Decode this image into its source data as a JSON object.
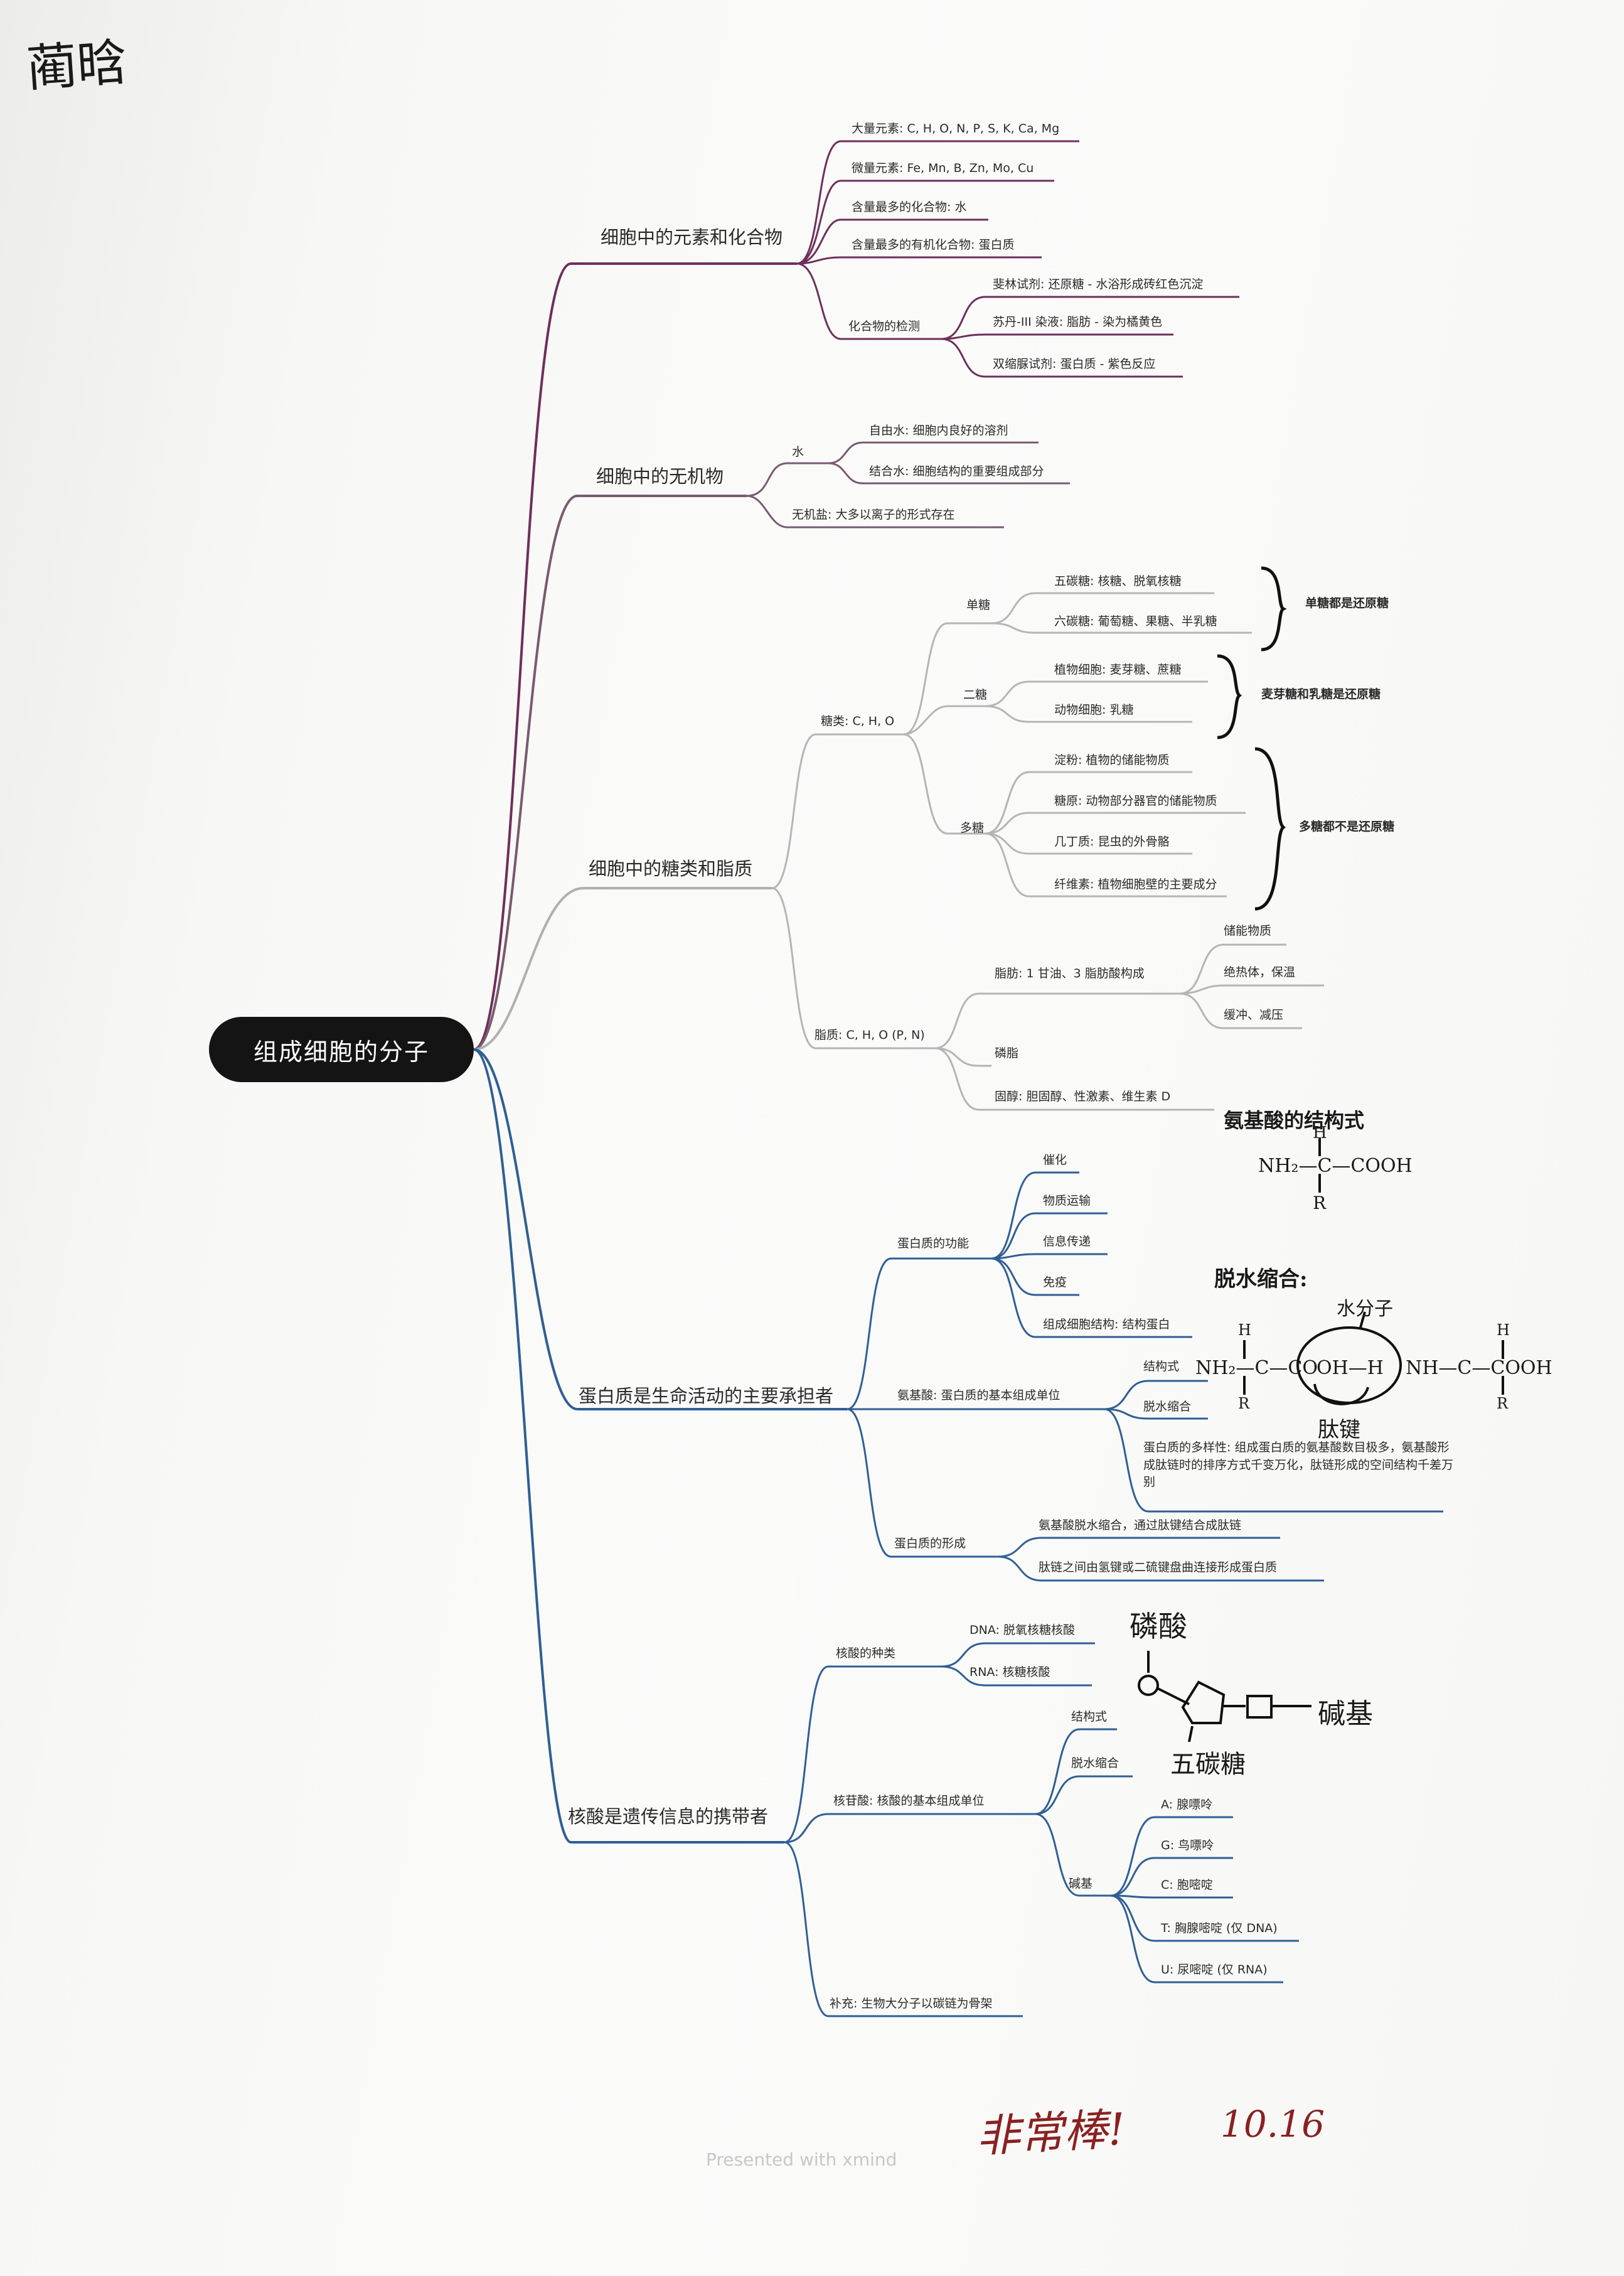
{
  "root": "组成细胞的分子",
  "branches": [
    {
      "label": "细胞中的元素和化合物",
      "color": "#6e2f5a",
      "items": [
        "大量元素: C, H, O, N, P, S, K, Ca, Mg",
        "微量元素: Fe, Mn, B, Zn, Mo, Cu",
        "含量最多的化合物: 水",
        "含量最多的有机化合物: 蛋白质",
        {
          "label": "化合物的检测",
          "items": [
            "斐林试剂: 还原糖 - 水浴形成砖红色沉淀",
            "苏丹-III 染液: 脂肪 - 染为橘黄色",
            "双缩脲试剂: 蛋白质 - 紫色反应"
          ]
        }
      ]
    },
    {
      "label": "细胞中的无机物",
      "color": "#7a5a6e",
      "items": [
        {
          "label": "水",
          "items": [
            "自由水: 细胞内良好的溶剂",
            "结合水: 细胞结构的重要组成部分"
          ]
        },
        "无机盐: 大多以离子的形式存在"
      ]
    },
    {
      "label": "细胞中的糖类和脂质",
      "color": "#8c8c8c",
      "items": [
        {
          "label": "糖类: C, H, O",
          "items": [
            {
              "label": "单糖",
              "items": [
                "五碳糖: 核糖、脱氧核糖",
                "六碳糖: 葡萄糖、果糖、半乳糖"
              ]
            },
            {
              "label": "二糖",
              "items": [
                "植物细胞: 麦芽糖、蔗糖",
                "动物细胞: 乳糖"
              ]
            },
            {
              "label": "多糖",
              "items": [
                "淀粉: 植物的储能物质",
                "糖原: 动物部分器官的储能物质",
                "几丁质: 昆虫的外骨骼",
                "纤维素: 植物细胞壁的主要成分"
              ]
            }
          ]
        },
        {
          "label": "脂质: C, H, O (P, N)",
          "items": [
            {
              "label": "脂肪: 1 甘油、3 脂肪酸构成",
              "items": [
                "储能物质",
                "绝热体，保温",
                "缓冲、减压"
              ]
            },
            "磷脂",
            "固醇: 胆固醇、性激素、维生素 D"
          ]
        }
      ],
      "brace_notes": [
        "单糖都是还原糖",
        "麦芽糖和乳糖是还原糖",
        "多糖都不是还原糖"
      ]
    },
    {
      "label": "蛋白质是生命活动的主要承担者",
      "color": "#2f5f94",
      "items": [
        {
          "label": "蛋白质的功能",
          "items": [
            "催化",
            "物质运输",
            "信息传递",
            "免疫",
            "组成细胞结构: 结构蛋白"
          ]
        },
        {
          "label": "氨基酸: 蛋白质的基本组成单位",
          "items": [
            "结构式",
            "脱水缩合",
            "蛋白质的多样性: 组成蛋白质的氨基酸数目极多，氨基酸形成肽链时的排序方式千变万化，肽链形成的空间结构千差万别"
          ]
        },
        {
          "label": "蛋白质的形成",
          "items": [
            "氨基酸脱水缩合，通过肽键结合成肽链",
            "肽链之间由氢键或二硫键盘曲连接形成蛋白质"
          ]
        }
      ]
    },
    {
      "label": "核酸是遗传信息的携带者",
      "color": "#2f5f94",
      "items": [
        {
          "label": "核酸的种类",
          "items": [
            "DNA: 脱氧核糖核酸",
            "RNA: 核糖核酸"
          ]
        },
        {
          "label": "核苷酸: 核酸的基本组成单位",
          "items": [
            "结构式",
            "脱水缩合",
            {
              "label": "碱基",
              "items": [
                "A: 腺嘌呤",
                "G: 鸟嘌呤",
                "C: 胞嘧啶",
                "T: 胸腺嘧啶 (仅 DNA)",
                "U: 尿嘧啶 (仅 RNA)"
              ]
            }
          ]
        },
        "补充: 生物大分子以碳链为骨架"
      ]
    }
  ],
  "handwriting": {
    "signature": "蔺晗",
    "praise": "非常棒!",
    "date": "10.16",
    "amino_title": "氨基酸的结构式",
    "amino_formula": "NH₂—C—COOH",
    "amino_h": "H",
    "amino_r": "R",
    "condensation_title": "脱水缩合:",
    "water_label": "水分子",
    "peptide_label": "肽键",
    "cond_left": "NH₂—C—CO",
    "cond_circle": "OH—H",
    "cond_right": "NH—C—COOH",
    "cond_h": "H",
    "cond_r": "R",
    "phosphate": "磷酸",
    "base": "碱基",
    "sugar": "五碳糖"
  },
  "footer": "Presented with xmind"
}
